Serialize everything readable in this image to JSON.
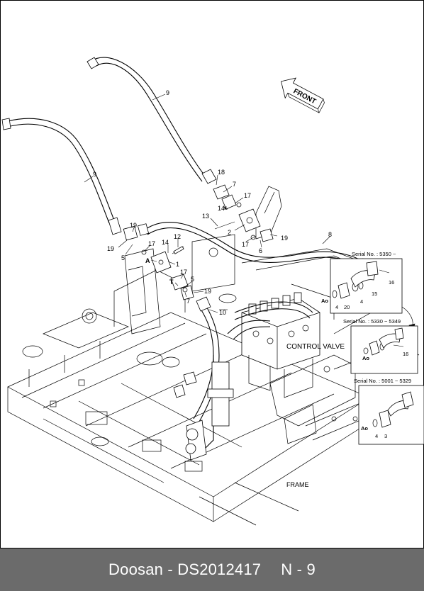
{
  "labels": {
    "front": "FRONT",
    "control_valve": "CONTROL VALVE",
    "frame": "FRAME"
  },
  "callouts": [
    {
      "id": "c9a",
      "text": "9"
    },
    {
      "id": "c9b",
      "text": "9"
    },
    {
      "id": "c18",
      "text": "18"
    },
    {
      "id": "c7a",
      "text": "7"
    },
    {
      "id": "c17a",
      "text": "17"
    },
    {
      "id": "c14a",
      "text": "14"
    },
    {
      "id": "c13",
      "text": "13"
    },
    {
      "id": "c2",
      "text": "2"
    },
    {
      "id": "c19a",
      "text": "19"
    },
    {
      "id": "c17b",
      "text": "17"
    },
    {
      "id": "c6",
      "text": "6"
    },
    {
      "id": "c8",
      "text": "8"
    },
    {
      "id": "c19b",
      "text": "19"
    },
    {
      "id": "c19c",
      "text": "19"
    },
    {
      "id": "c5a",
      "text": "5"
    },
    {
      "id": "c17c",
      "text": "17"
    },
    {
      "id": "c12",
      "text": "12"
    },
    {
      "id": "c14b",
      "text": "14"
    },
    {
      "id": "cA",
      "text": "A"
    },
    {
      "id": "c1",
      "text": "1"
    },
    {
      "id": "c17d",
      "text": "17"
    },
    {
      "id": "c5b",
      "text": "5"
    },
    {
      "id": "cT",
      "text": "T"
    },
    {
      "id": "c19d",
      "text": "19"
    },
    {
      "id": "c7b",
      "text": "7"
    },
    {
      "id": "c10",
      "text": "10"
    }
  ],
  "detail_1": {
    "serial": "Serial No. : 5350 ~",
    "parts": [
      "16",
      "15",
      "4",
      "20",
      "4",
      "Ao"
    ]
  },
  "detail_2": {
    "serial": "Serial No. : 5330 ~ 5349",
    "parts": [
      "16",
      "Ao"
    ]
  },
  "detail_3": {
    "serial": "Serial No. : 5001 ~ 5329",
    "parts": [
      "Ao",
      "4",
      "3"
    ]
  },
  "footer": {
    "brand": "Doosan - DS2012417",
    "page": "N - 9"
  }
}
